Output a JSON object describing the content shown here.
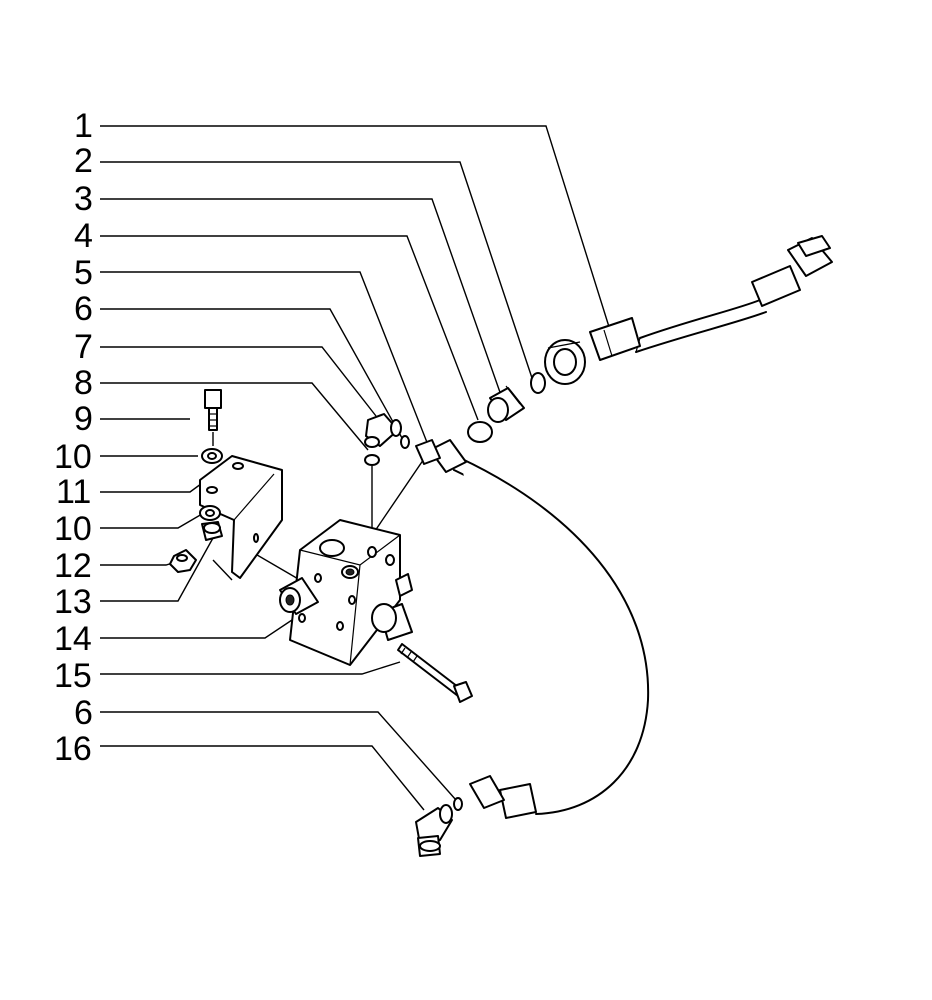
{
  "callouts": [
    {
      "id": "c1",
      "label": "1"
    },
    {
      "id": "c2",
      "label": "2"
    },
    {
      "id": "c3",
      "label": "3"
    },
    {
      "id": "c4",
      "label": "4"
    },
    {
      "id": "c5",
      "label": "5"
    },
    {
      "id": "c6a",
      "label": "6"
    },
    {
      "id": "c7",
      "label": "7"
    },
    {
      "id": "c8",
      "label": "8"
    },
    {
      "id": "c9",
      "label": "9"
    },
    {
      "id": "c10a",
      "label": "10"
    },
    {
      "id": "c11",
      "label": "11"
    },
    {
      "id": "c10b",
      "label": "10"
    },
    {
      "id": "c12",
      "label": "12"
    },
    {
      "id": "c13",
      "label": "13"
    },
    {
      "id": "c14",
      "label": "14"
    },
    {
      "id": "c15",
      "label": "15"
    },
    {
      "id": "c6b",
      "label": "6"
    },
    {
      "id": "c16",
      "label": "16"
    }
  ]
}
